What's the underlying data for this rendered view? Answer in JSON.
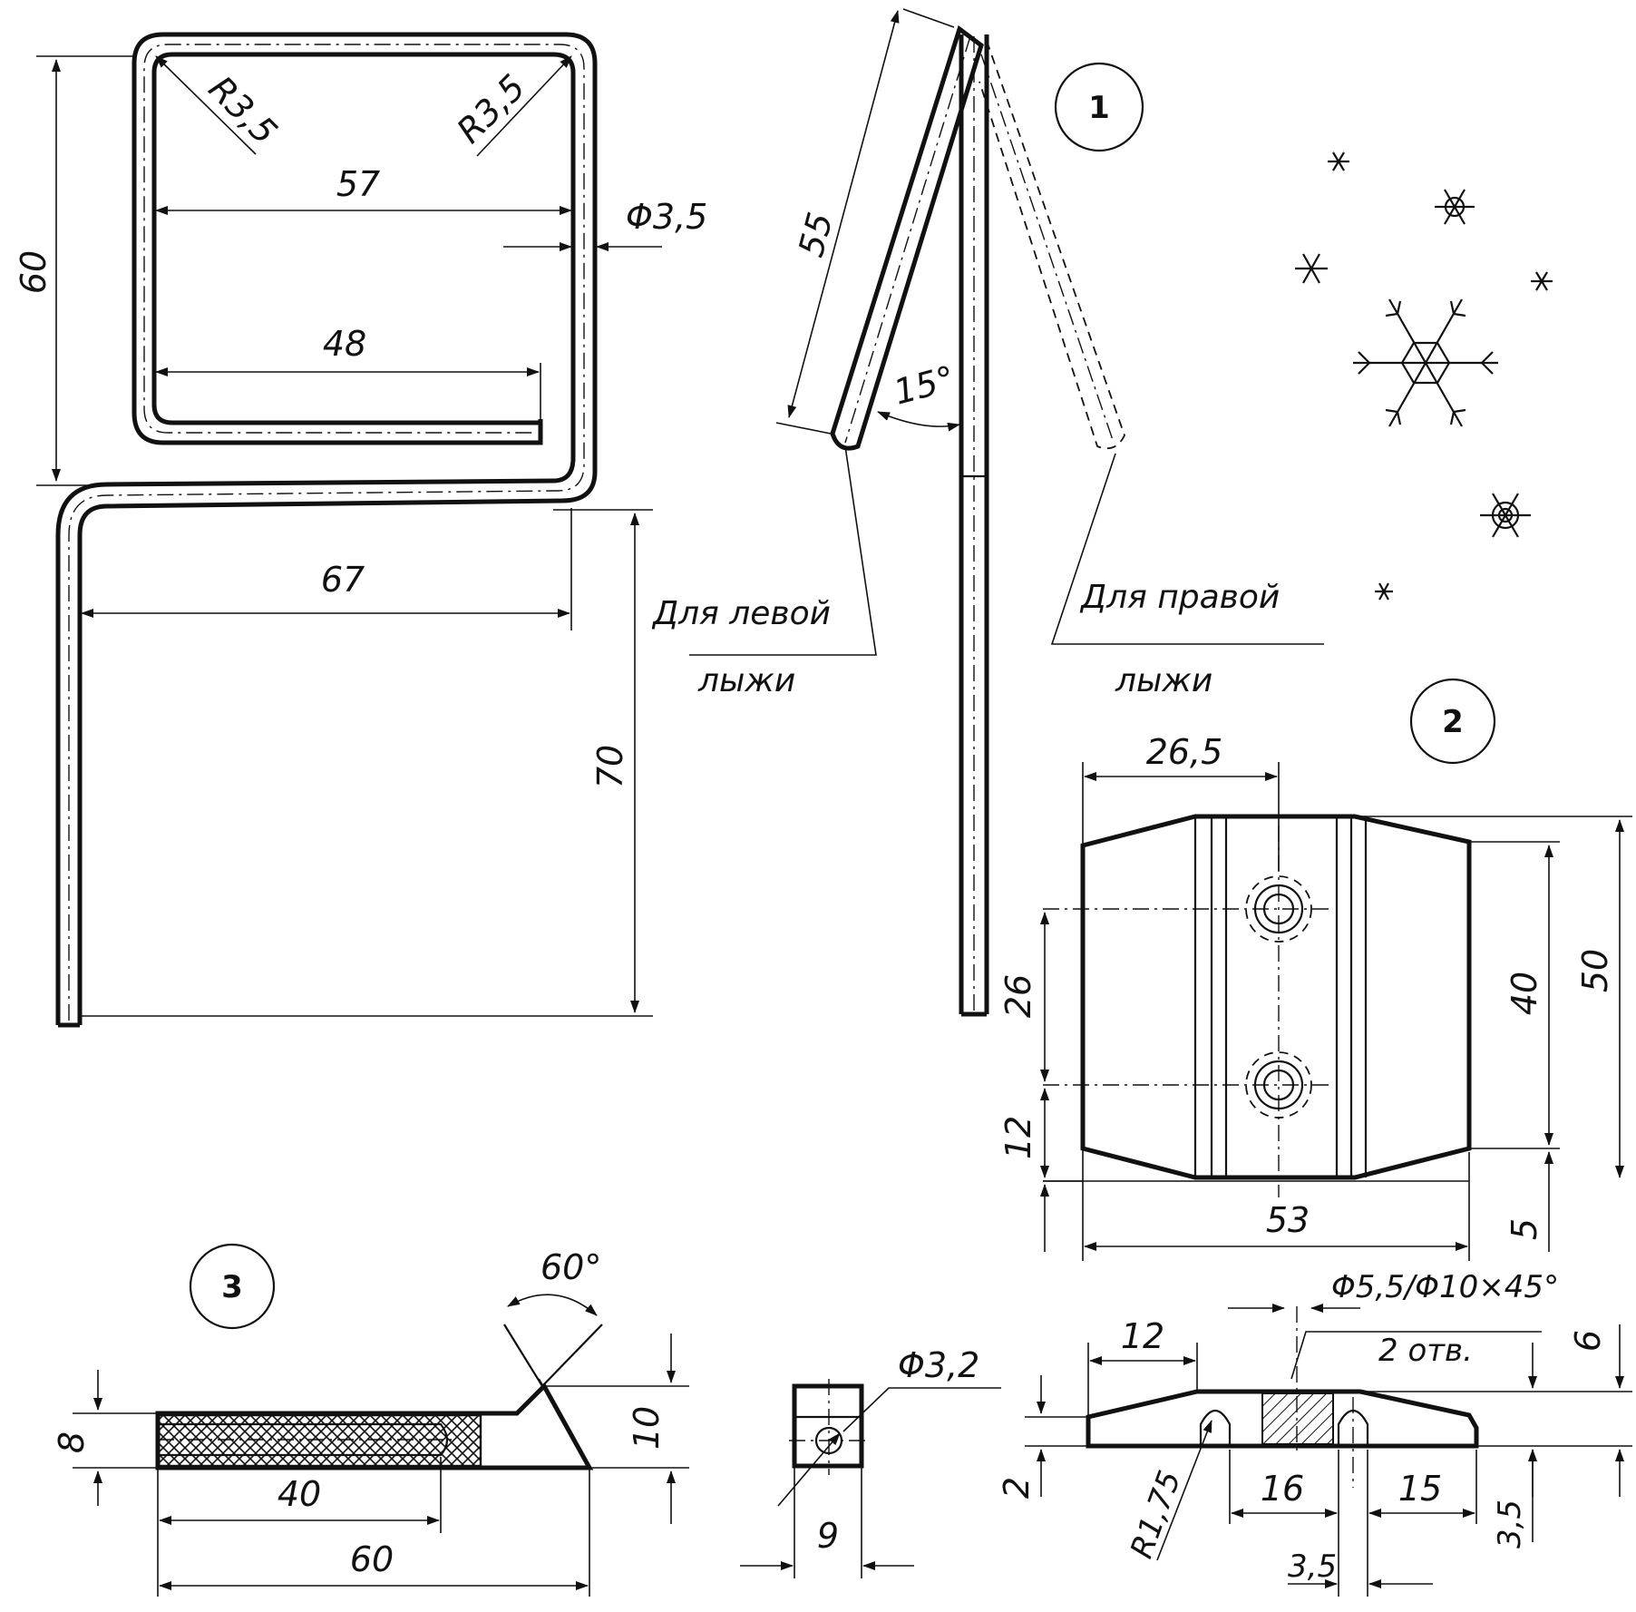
{
  "figures": {
    "fig1": "1",
    "fig2": "2",
    "fig3": "3"
  },
  "wire_clip": {
    "dim_height_top": "60",
    "dim_radius_left": "R3,5",
    "dim_radius_right": "R3,5",
    "dim_inner_width": "57",
    "dim_wire_diameter": "Φ3,5",
    "dim_inner_bar": "48",
    "dim_leg_width": "67",
    "dim_leg_height": "70"
  },
  "side_view": {
    "dim_arm_length": "55",
    "dim_angle": "15°",
    "label_left_line1": "Для левой",
    "label_left_line2": "лыжи",
    "label_right_line1": "Для правой",
    "label_right_line2": "лыжи"
  },
  "plate": {
    "dim_offset": "26,5",
    "dim_hole_spacing": "26",
    "dim_bottom_hole": "12",
    "dim_inner_height": "40",
    "dim_total_height": "50",
    "dim_width": "53",
    "dim_edge": "5",
    "dim_holes": "Φ5,5/Φ10×45°",
    "dim_holes_count": "2 отв.",
    "sec_dim_12": "12",
    "sec_dim_6": "6",
    "sec_dim_2": "2",
    "sec_dim_radius": "R1,75",
    "sec_dim_16": "16",
    "sec_dim_15": "15",
    "sec_dim_35a": "3,5",
    "sec_dim_35b": "3,5"
  },
  "tube": {
    "dim_height_8": "8",
    "dim_height_10": "10",
    "dim_angle": "60°",
    "dim_inner_40": "40",
    "dim_total_60": "60",
    "dim_hole": "Φ3,2",
    "dim_width_9": "9"
  },
  "decor": {
    "snowflake_icons": [
      "snowflake-icon",
      "snowflake-icon",
      "snowflake-icon",
      "snowflake-icon",
      "snowflake-icon",
      "snowflake-icon",
      "snowflake-icon"
    ]
  }
}
